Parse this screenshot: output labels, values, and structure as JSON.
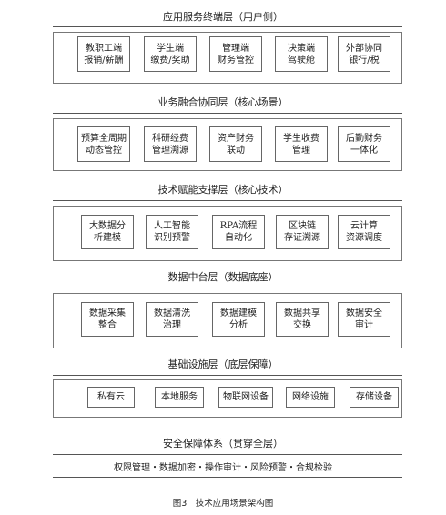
{
  "layers": [
    {
      "title": "应用服务终端层（用户侧）",
      "items": [
        {
          "l1": "教职工端",
          "l2": "报销/薪酬"
        },
        {
          "l1": "学生端",
          "l2": "缴费/奖助"
        },
        {
          "l1": "管理端",
          "l2": "财务管控"
        },
        {
          "l1": "决策端",
          "l2": "驾驶舱"
        },
        {
          "l1": "外部协同",
          "l2": "银行/税"
        }
      ]
    },
    {
      "title": "业务融合协同层（核心场景）",
      "items": [
        {
          "l1": "预算全周期",
          "l2": "动态管控"
        },
        {
          "l1": "科研经费",
          "l2": "管理溯源"
        },
        {
          "l1": "资产财务",
          "l2": "联动"
        },
        {
          "l1": "学生收费",
          "l2": "管理"
        },
        {
          "l1": "后勤财务",
          "l2": "一体化"
        }
      ]
    },
    {
      "title": "技术赋能支撑层（核心技术）",
      "items": [
        {
          "l1": "大数据分",
          "l2": "析建模"
        },
        {
          "l1": "人工智能",
          "l2": "识别预警"
        },
        {
          "l1": "RPA流程",
          "l2": "自动化"
        },
        {
          "l1": "区块链",
          "l2": "存证溯源"
        },
        {
          "l1": "云计算",
          "l2": "资源调度"
        }
      ]
    },
    {
      "title": "数据中台层（数据底座）",
      "items": [
        {
          "l1": "数据采集",
          "l2": "整合"
        },
        {
          "l1": "数据清洗",
          "l2": "治理"
        },
        {
          "l1": "数据建模",
          "l2": "分析"
        },
        {
          "l1": "数据共享",
          "l2": "交换"
        },
        {
          "l1": "数据安全",
          "l2": "审计"
        }
      ]
    },
    {
      "title": "基础设施层（底层保障）",
      "items": [
        {
          "l1": "私有云",
          "l2": ""
        },
        {
          "l1": "本地服务",
          "l2": ""
        },
        {
          "l1": "物联网设备",
          "l2": ""
        },
        {
          "l1": "网络设施",
          "l2": ""
        },
        {
          "l1": "存储设备",
          "l2": ""
        }
      ]
    }
  ],
  "security": {
    "title": "安全保障体系（贯穿全层）",
    "items": "权限管理・数据加密・操作审计・风险预警・合规检验"
  },
  "caption": "图3　技术应用场景架构图"
}
